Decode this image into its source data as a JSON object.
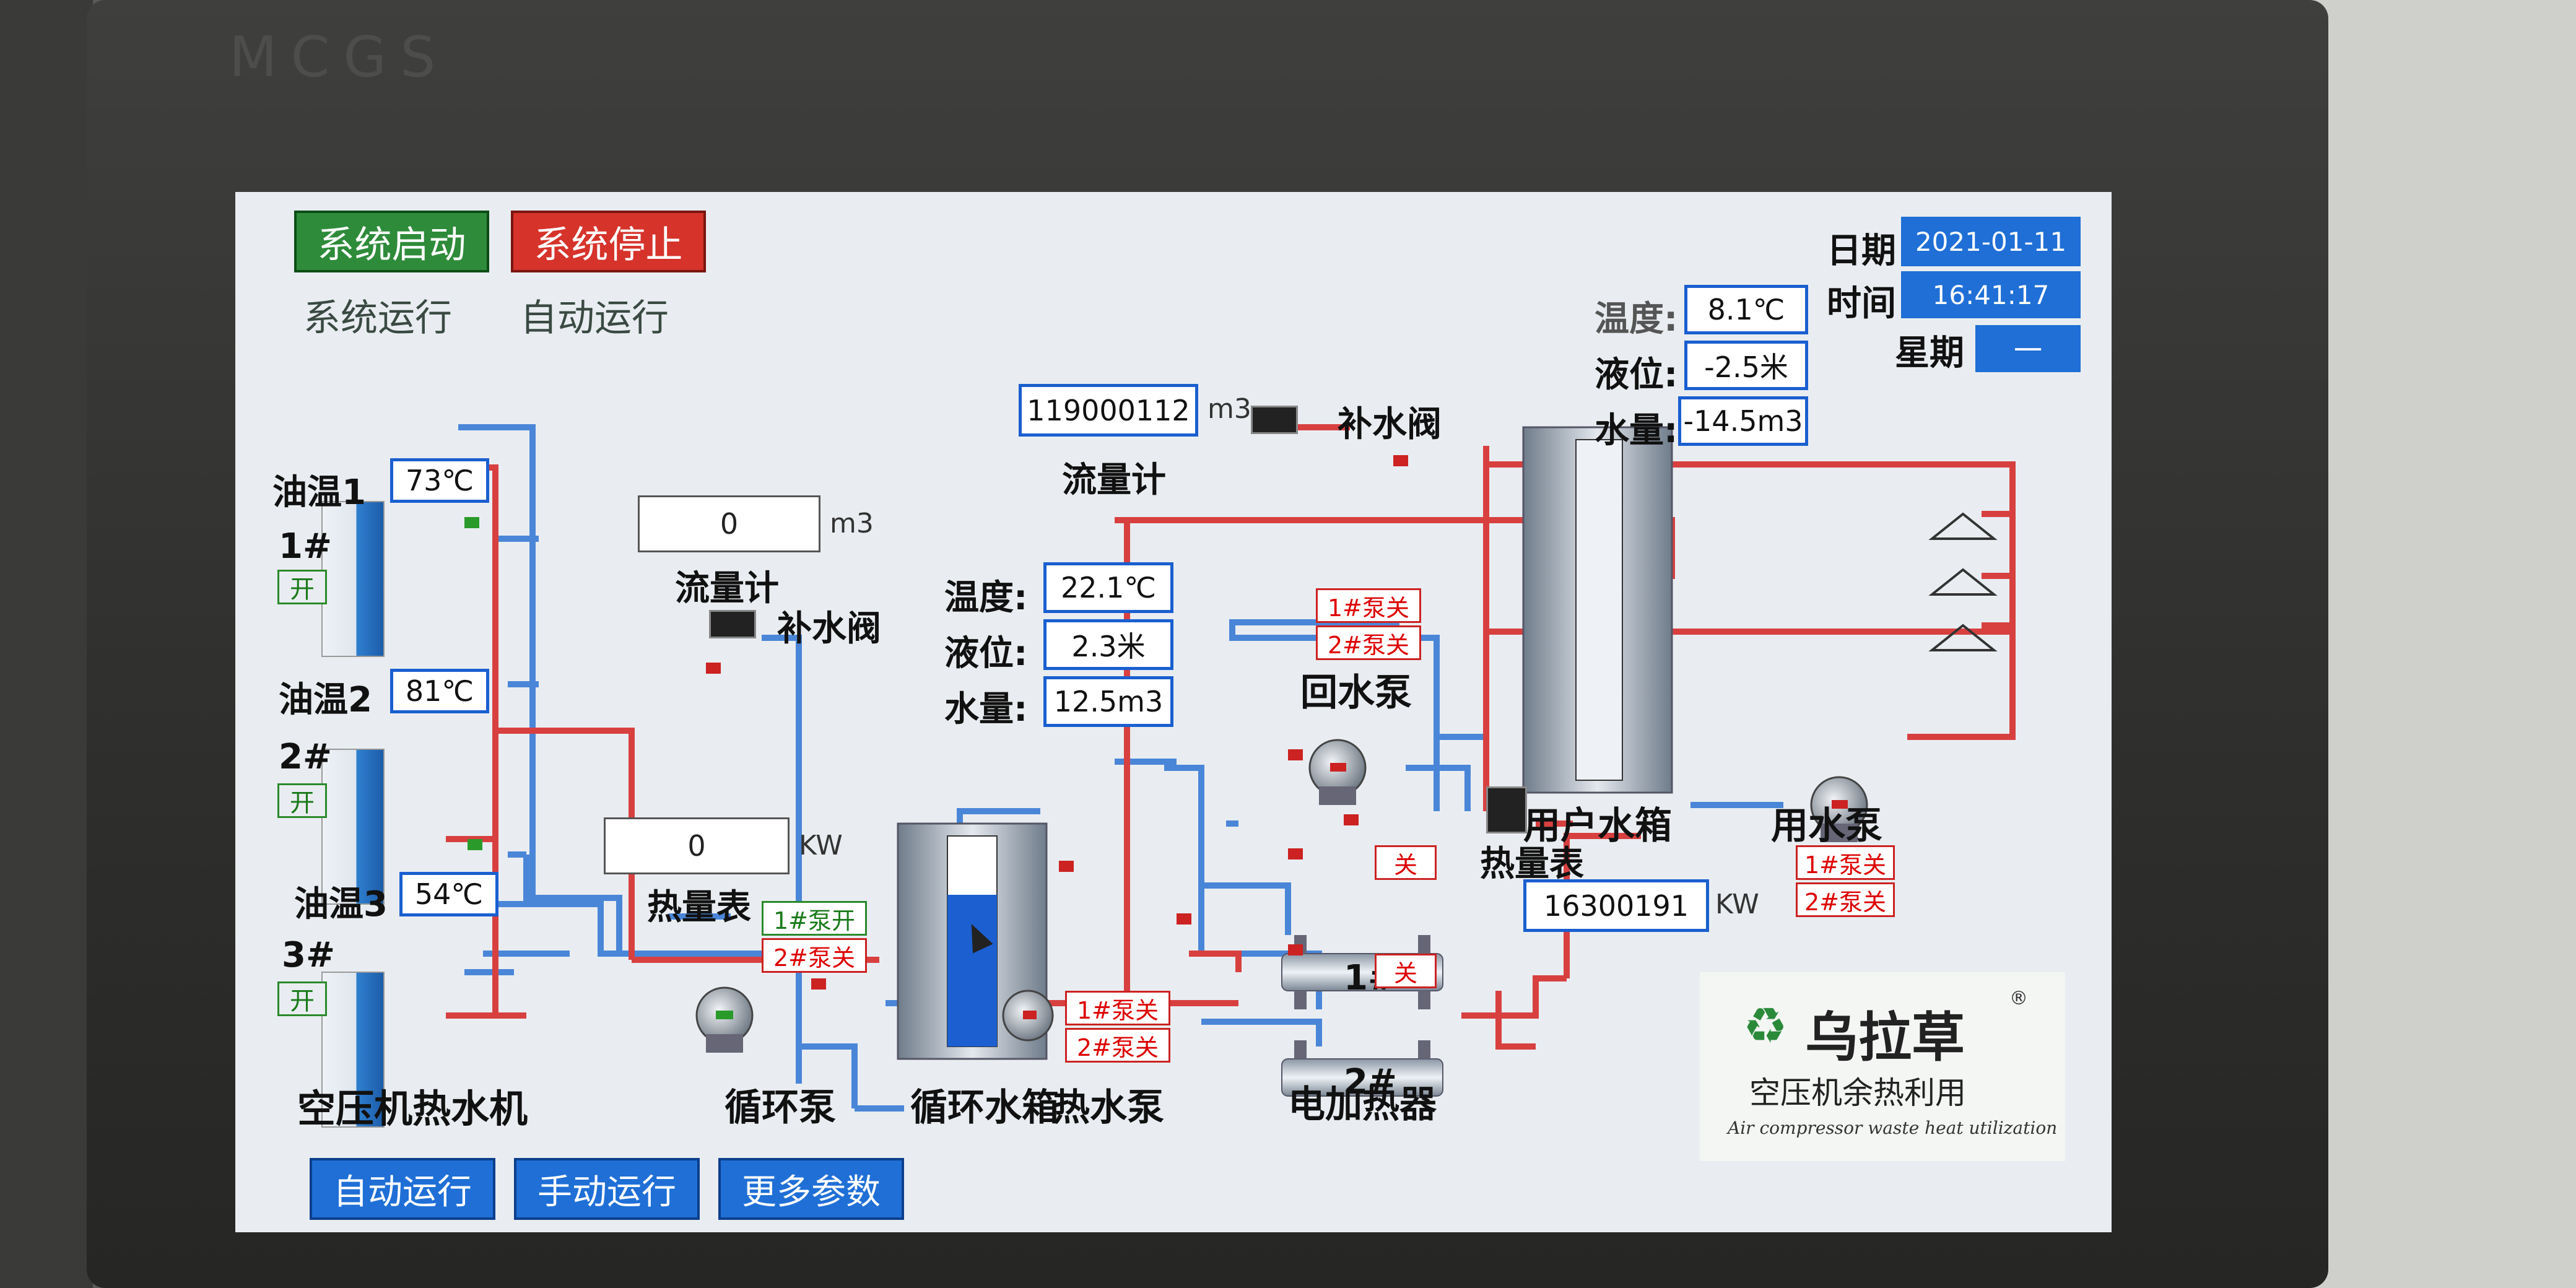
{
  "device": {
    "brand": "MCGS"
  },
  "controls": {
    "start": "系统启动",
    "stop": "系统停止",
    "status_run": "系统运行",
    "status_auto": "自动运行"
  },
  "datetime": {
    "date_label": "日期",
    "date": "2021-01-11",
    "time_label": "时间",
    "time": "16:41:17",
    "week_label": "星期",
    "week": "一"
  },
  "user_tank_readings": {
    "temp_label": "温度:",
    "temp": "8.1℃",
    "level_label": "液位:",
    "level": "-2.5米",
    "volume_label": "水量:",
    "volume": "-14.5m3"
  },
  "flowmeter_top": {
    "value": "119000112",
    "unit": "m3",
    "label": "流量计",
    "valve_label": "补水阀"
  },
  "compressors": [
    {
      "oil_label": "油温1",
      "oil": "73℃",
      "id": "1#",
      "state": "开"
    },
    {
      "oil_label": "油温2",
      "oil": "81℃",
      "id": "2#",
      "state": "开"
    },
    {
      "oil_label": "油温3",
      "oil": "54℃",
      "id": "3#",
      "state": "开"
    }
  ],
  "compressor_group_label": "空压机热水机",
  "flowmeter_left": {
    "value": "0",
    "unit": "m3",
    "label": "流量计",
    "valve_label": "补水阀"
  },
  "heatmeter_left": {
    "value": "0",
    "unit": "KW",
    "label": "热量表"
  },
  "circ_tank_readings": {
    "temp_label": "温度:",
    "temp": "22.1℃",
    "level_label": "液位:",
    "level": "2.3米",
    "volume_label": "水量:",
    "volume": "12.5m3"
  },
  "circ_tank": {
    "fill_fraction": 0.72
  },
  "circ_pump": {
    "label": "循环泵",
    "p1": "1#泵开",
    "p2": "2#泵关"
  },
  "circ_tank_label": "循环水箱",
  "hot_pump": {
    "label": "热水泵",
    "p1": "1#泵关",
    "p2": "2#泵关"
  },
  "return_pump": {
    "label": "回水泵",
    "p1": "1#泵关",
    "p2": "2#泵关"
  },
  "heaters": {
    "label": "电加热器",
    "h1": "1#",
    "h1_state": "关",
    "h2": "2#",
    "h2_state": "关"
  },
  "heatmeter_right": {
    "label": "热量表",
    "value": "16300191",
    "unit": "KW"
  },
  "user_tank_label": "用户水箱",
  "user_pump": {
    "label": "用水泵",
    "p1": "1#泵关",
    "p2": "2#泵关"
  },
  "logo": {
    "name": "乌拉草",
    "reg": "®",
    "subtitle": "空压机余热利用",
    "english": "Air compressor waste heat utilization"
  },
  "nav": {
    "auto": "自动运行",
    "manual": "手动运行",
    "more": "更多参数"
  },
  "colors": {
    "hot_pipe": "#d84040",
    "cold_pipe": "#4a86d8",
    "accent": "#1f6fd6",
    "start": "#2e8b3a",
    "stop": "#d6332b"
  }
}
